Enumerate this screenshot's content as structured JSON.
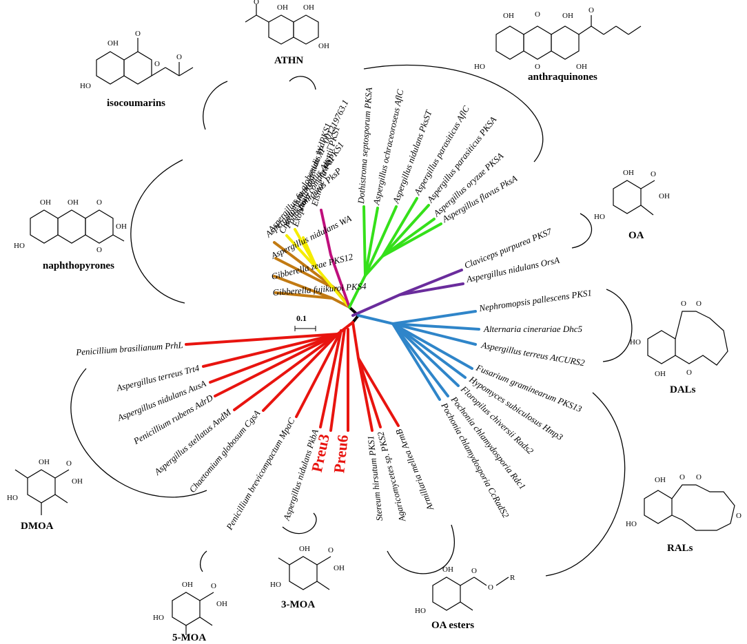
{
  "scale_bar": "0.1",
  "colors": {
    "hrpks_orange": "#c27a12",
    "yellow": "#f5ec00",
    "magenta": "#bf0f7c",
    "green": "#35e01a",
    "purple": "#6a2c9c",
    "blue": "#2f85c9",
    "red": "#e8140f",
    "root": "#000000"
  },
  "leaves": {
    "elsinoe": "Elsinoe fawcettii PKS1",
    "exophiala": "Exophiala rmatitidis WdPKS1",
    "chaetomium_xp": "Chaetomium globosum XP_001219763.1",
    "podospora": "Podospora comata PaPKS1",
    "af_alb1": "Aspergillus  fumigatus Alb1",
    "af_pksp": "Aspergillus  fumigatus PksP",
    "an_wa": "Aspergillus nidulans  WA",
    "gz_pks12": "Gibberella zeae PKS12",
    "gf_pks4": "Gibberella fujikuroi PKS4",
    "dothistroma": "Dothistroma septosporum PKSA",
    "ao_aflc": "Aspergillus ochraceoroseus AflC",
    "an_pksst": "Aspergillus nidulans PksST",
    "ap_aflc": "Aspergillus parasiticus AflC",
    "ap_pksa": "Aspergillus parasiticus PKSA",
    "aor_pksa": "Aspergillus oryzae PKSA",
    "afl_pksa": "Aspergillus flavus PksA",
    "claviceps": "Claviceps purpurea PKS7",
    "an_orsa": "Aspergillus nidulans  OrsA",
    "nephromopsis": "Nephromopsis pallescens PKS1",
    "alternaria": "Alternaria cinerariae Dhc5",
    "at_curs2": "Aspergillus terreus  AtCURS2",
    "fusarium": "Fusarium graminearum PKS13",
    "hypomyces": "Hypomyces subiculosus Hmp3",
    "floropilus": "Floropilus chiversii Rads2",
    "pc_rdc1": "Pochonia  chlamydosporia  Rdc1",
    "pc_cerads2": "Pochonia  chlamydosporia CcRadS2",
    "pb_prhl": "Penicillium brasilianum PrhL",
    "at_trt4": "Aspergillus terreus Trt4",
    "an_ausa": "Aspergillus nidulans AusA",
    "pr_adrd": "Penicillium rubens AdrD",
    "as_andm": "Aspergillus stellatus AndM",
    "cg_cgsa": "Chaetomium globosum CgsA",
    "pbr_mpac": "Penicillium brevicompactum MpaC",
    "an_pkba": "Aspergillus nidulans PkbA",
    "preu3": "Preu3",
    "preu6": "Preu6",
    "stereum": "Stereum hirsutum PKS1",
    "agaricomycetes": "Agaricomycetes sp. PKS2",
    "armillaria": "Armillaria mellea ArmB"
  },
  "groups": {
    "isocoumarins": "isocoumarins",
    "athn": "ATHN",
    "anthraquinones": "anthraquinones",
    "oa": "OA",
    "naphthopyrones": "naphthopyrones",
    "dals": "DALs",
    "rals": "RALs",
    "dmoa": "DMOA",
    "mmoa5": "5-MOA",
    "mmoa3": "3-MOA",
    "oa_esters": "OA esters"
  },
  "atoms": {
    "oh": "OH",
    "ho": "HO",
    "o": "O",
    "r": "R"
  }
}
